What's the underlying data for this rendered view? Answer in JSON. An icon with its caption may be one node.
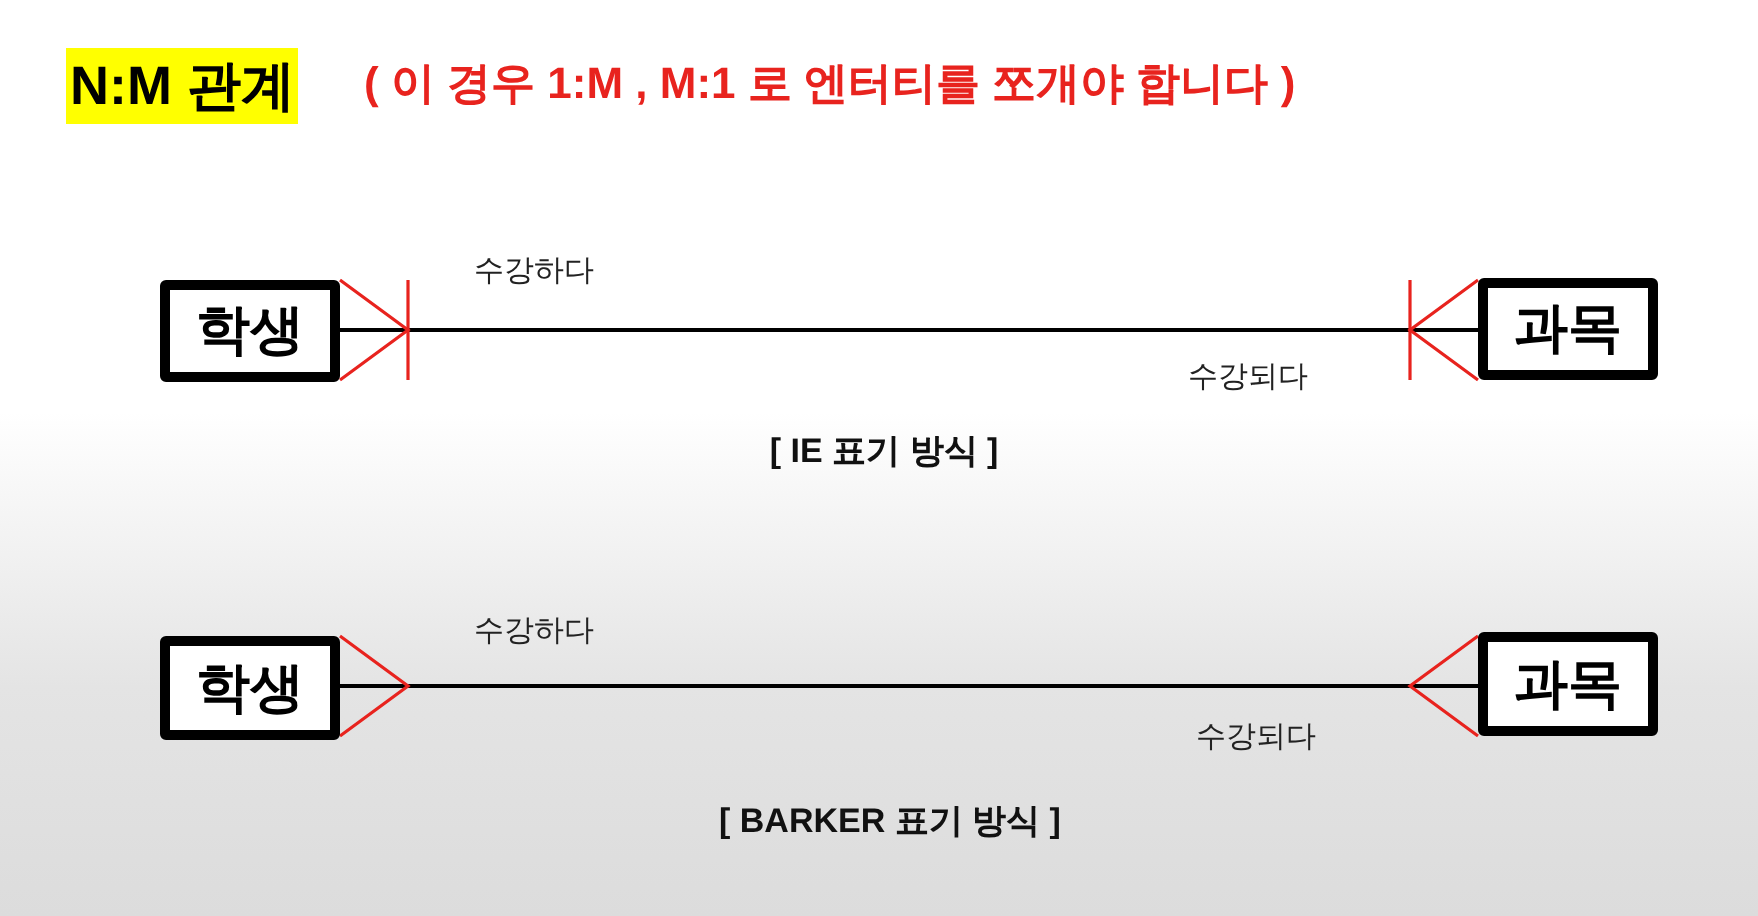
{
  "diagram": {
    "title": "N:M 관계",
    "nodes": [
      {
        "text": [
          "학생"
        ]
      },
      {
        "text": [
          "과목"
        ]
      },
      {
        "text": [
          "학생"
        ]
      },
      {
        "text": [
          "과목"
        ]
      }
    ],
    "edges": [
      {
        "from": 0,
        "to": 1,
        "arrow": "other",
        "label": "수강하다"
      },
      {
        "from": 2,
        "to": 3,
        "arrow": "other",
        "label": "수강하다"
      }
    ],
    "labels": [
      "( 이 경우 1:M , M:1 로 엔터티를 쪼개야 합니다 )",
      "수강되다",
      "[ IE 표기 방식 ]",
      "수강되다",
      "[ BARKER 표기 방식 ]"
    ]
  }
}
